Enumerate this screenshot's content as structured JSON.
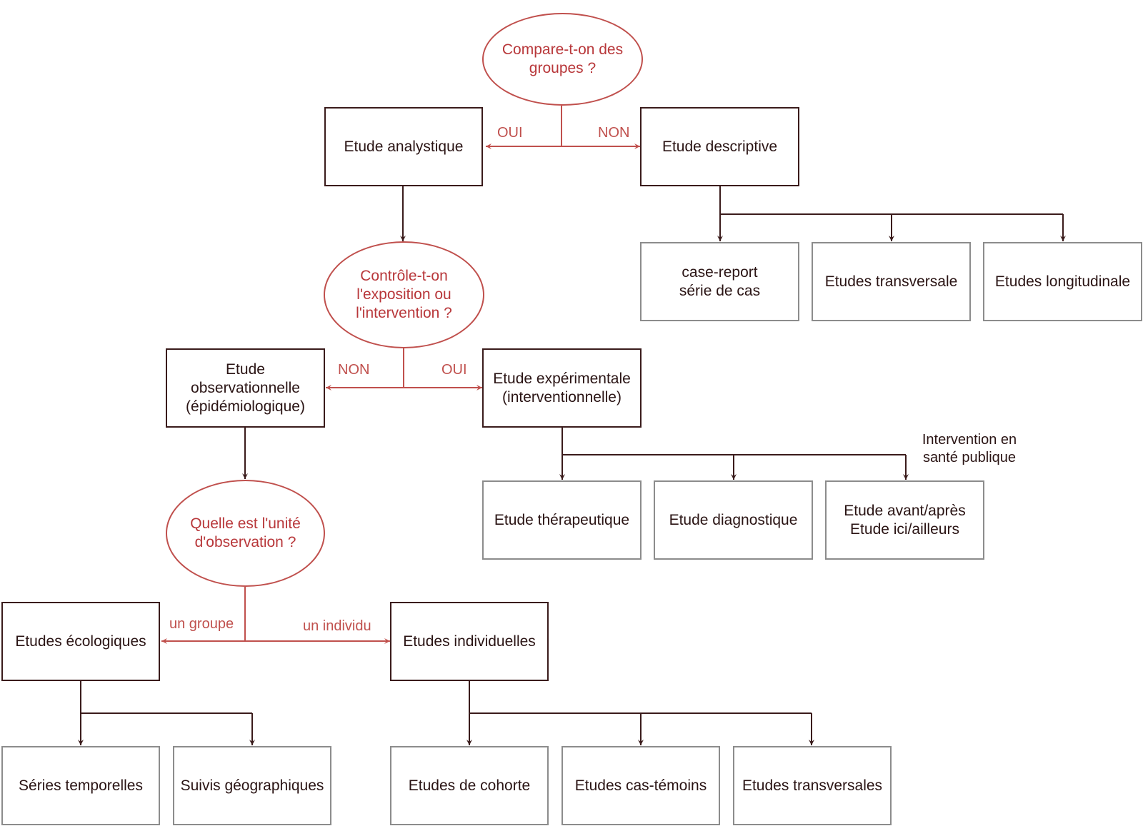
{
  "questions": {
    "q1": "Compare-t-on des groupes ?",
    "q2": "Contrôle-t-on l'exposition ou l'intervention ?",
    "q3": "Quelle est l'unité d'observation ?"
  },
  "edge_labels": {
    "q1_yes": "OUI",
    "q1_no": "NON",
    "q2_no": "NON",
    "q2_yes": "OUI",
    "q3_group": "un groupe",
    "q3_individual": "un individu"
  },
  "boxes": {
    "analytique": "Etude analystique",
    "descriptive": "Etude descriptive",
    "case_report_1": "case-report",
    "case_report_2": "série de cas",
    "transversale": "Etudes transversale",
    "longitudinale": "Etudes longitudinale",
    "observ_1": "Etude",
    "observ_2": "observationnelle",
    "observ_3": "(épidémiologique)",
    "exper_1": "Etude expérimentale",
    "exper_2": "(interventionnelle)",
    "therapeutique": "Etude thérapeutique",
    "diagnostique": "Etude diagnostique",
    "avant_apres": "Etude avant/après",
    "ici_ailleurs": "Etude ici/ailleurs",
    "ecologiques": "Etudes écologiques",
    "individuelles": "Etudes individuelles",
    "series": "Séries temporelles",
    "suivis": "Suivis géographiques",
    "cohorte": "Etudes de cohorte",
    "cas_temoins": "Etudes cas-témoins",
    "transversales": "Etudes transversales"
  },
  "notes": {
    "sante_publique_1": "Intervention en",
    "sante_publique_2": "santé publique"
  },
  "colors": {
    "question": "#c0504d",
    "dark_line": "#3a1b1b",
    "light_border": "#8c8c8c"
  }
}
